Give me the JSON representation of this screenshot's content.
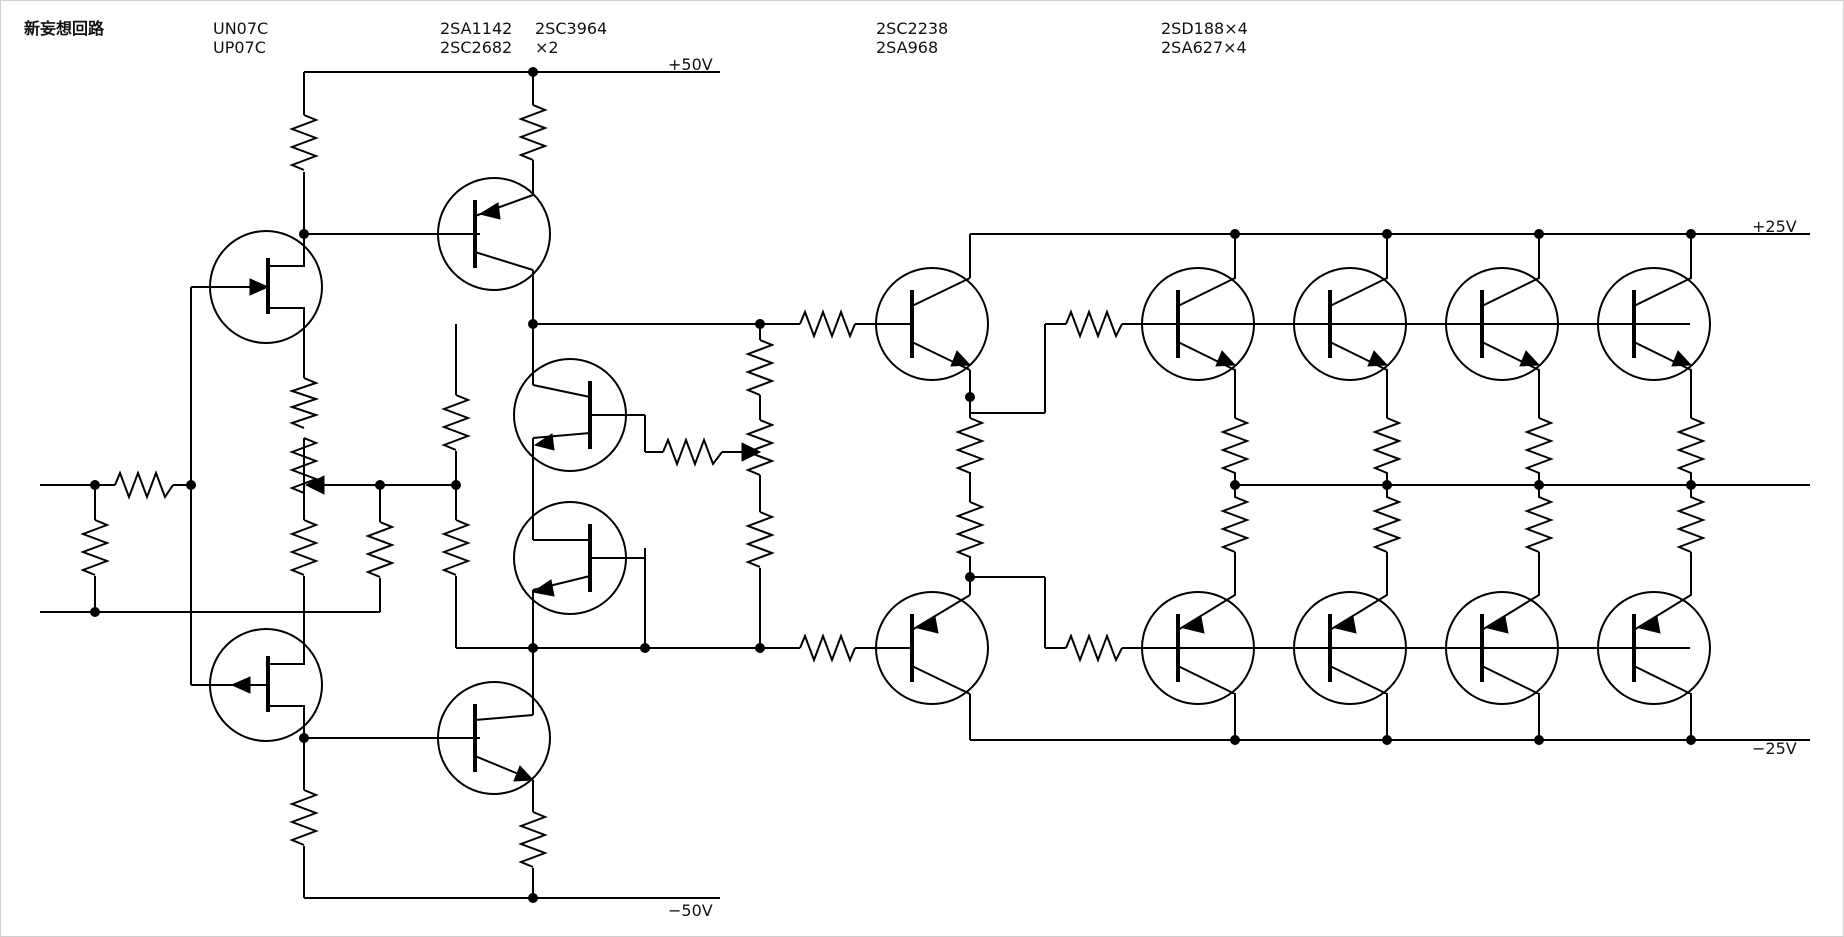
{
  "title": "新妄想回路",
  "part_labels": [
    {
      "id": "fet-pair",
      "lines": [
        "UN07C",
        "UP07C"
      ]
    },
    {
      "id": "vas-pair",
      "lines": [
        "2SA1142",
        "2SC2682"
      ]
    },
    {
      "id": "bias-pair",
      "lines": [
        "2SC3964",
        "×2"
      ]
    },
    {
      "id": "driver-pair",
      "lines": [
        "2SC2238",
        "2SA968"
      ]
    },
    {
      "id": "output-pair",
      "lines": [
        "2SD188×4",
        "2SA627×4"
      ]
    }
  ],
  "rails": {
    "vplus_high": "+50V",
    "vminus_high": "−50V",
    "vplus_low": "+25V",
    "vminus_low": "−25V"
  },
  "colors": {
    "ink": "#000000",
    "paper": "#ffffff"
  }
}
